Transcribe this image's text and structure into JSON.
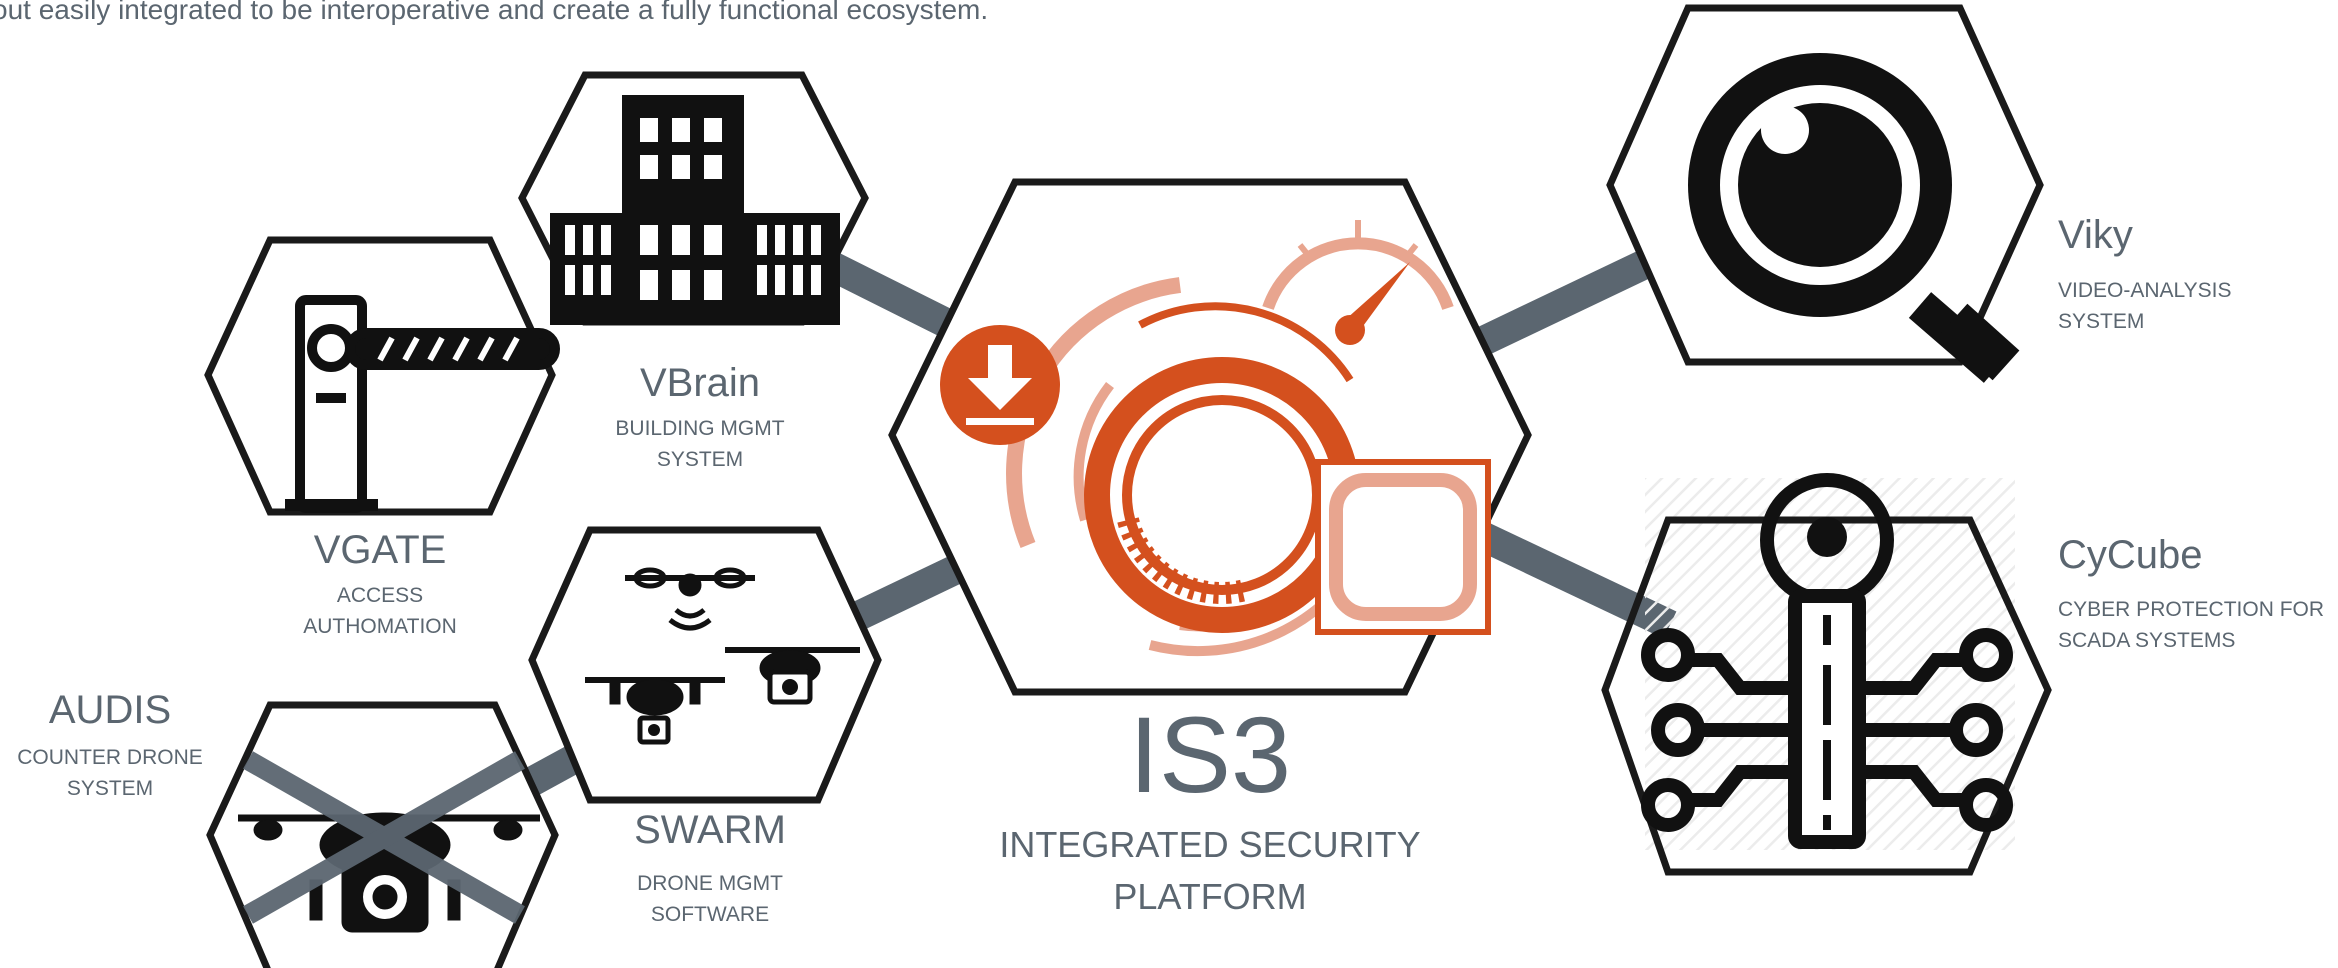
{
  "intro_text": "out easily integrated to be interoperative and create a fully functional ecosystem.",
  "center": {
    "title": "IS3",
    "subtitle_line1": "INTEGRATED SECURITY",
    "subtitle_line2": "PLATFORM"
  },
  "nodes": {
    "vbrain": {
      "title": "VBrain",
      "line1": "BUILDING MGMT",
      "line2": "SYSTEM"
    },
    "vgate": {
      "title": "VGATE",
      "line1": "ACCESS",
      "line2": "AUTHOMATION"
    },
    "swarm": {
      "title": "SWARM",
      "line1": "DRONE MGMT",
      "line2": "SOFTWARE"
    },
    "audis": {
      "title": "AUDIS",
      "line1": "COUNTER DRONE",
      "line2": "SYSTEM"
    },
    "viky": {
      "title": "Viky",
      "line1": "VIDEO-ANALYSIS",
      "line2": "SYSTEM"
    },
    "cycube": {
      "title": "CyCube",
      "line1": "CYBER PROTECTION FOR",
      "line2": "SCADA SYSTEMS"
    }
  },
  "colors": {
    "text_gray": "#5b6670",
    "connector": "#5b6670",
    "accent_orange": "#d4501e",
    "accent_light": "#e8a58f",
    "outline": "#1a1a1a"
  },
  "icons": {
    "vbrain": "building-icon",
    "vgate": "barrier-gate-icon",
    "swarm": "drone-swarm-icon",
    "audis": "crossed-drone-icon",
    "viky": "magnifier-eye-icon",
    "cycube": "circuit-key-icon",
    "center": "platform-dashboard-icon"
  }
}
